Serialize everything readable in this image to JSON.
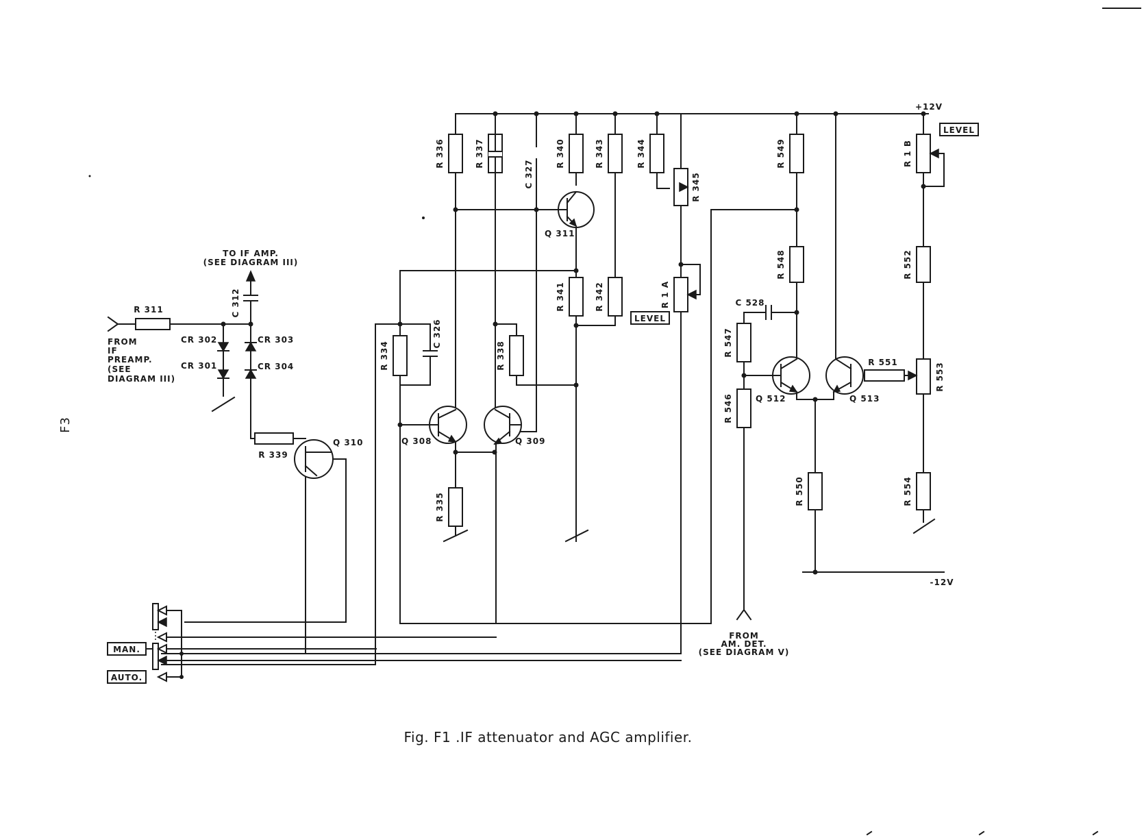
{
  "page_label": "F3",
  "caption": "Fig. F1 .IF attenuator and AGC amplifier.",
  "supply_pos": "+12V",
  "supply_neg": "-12V",
  "inputs": {
    "if_in": [
      "FROM",
      "IF",
      "PREAMP.",
      "(SEE",
      "DIAGRAM III)"
    ],
    "if_out": [
      "TO IF AMP.",
      "(SEE DIAGRAM III)"
    ],
    "am_det": [
      "FROM",
      "AM. DET.",
      "(SEE DIAGRAM V)"
    ]
  },
  "switch_labels": {
    "man": "MAN.",
    "auto": "AUTO."
  },
  "level_labels": [
    "LEVEL",
    "LEVEL"
  ],
  "resistors": [
    "R 311",
    "R 339",
    "R 336",
    "R 337",
    "R 340",
    "R 343",
    "R 344",
    "R 345",
    "R 341",
    "R 342",
    "R 334",
    "R 338",
    "R 335",
    "R 1 A",
    "R 549",
    "R 548",
    "R 547",
    "R 546",
    "R 550",
    "R 1 B",
    "R 552",
    "R 553",
    "R 554",
    "R 551"
  ],
  "capacitors": [
    "C 312",
    "C 326",
    "C 327",
    "C 528"
  ],
  "diodes": [
    "CR 302",
    "CR 303",
    "CR 301",
    "CR 304"
  ],
  "transistors": [
    "Q 310",
    "Q 308",
    "Q 309",
    "Q 311",
    "Q 512",
    "Q 513"
  ]
}
